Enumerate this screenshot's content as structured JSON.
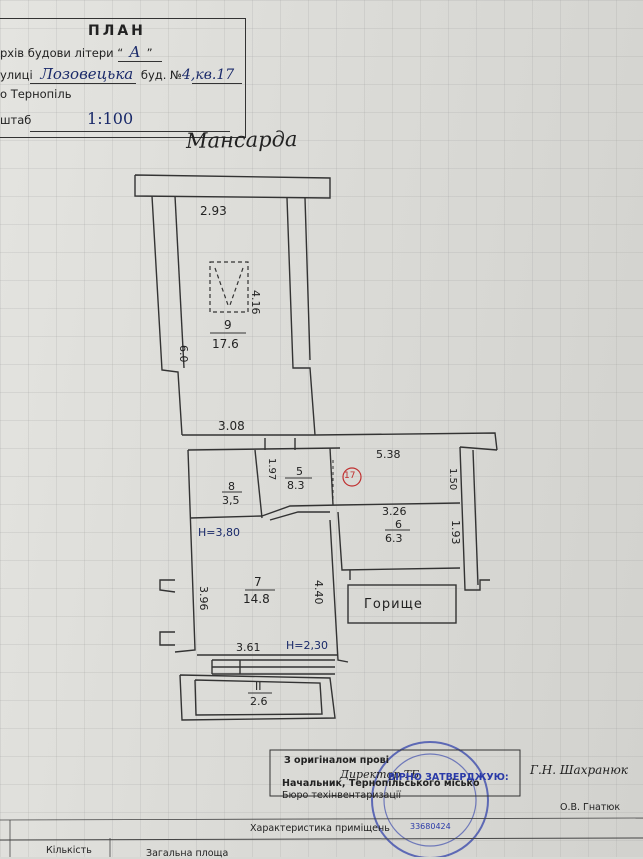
{
  "title_block": {
    "heading": "ПЛАН",
    "building_line_prefix": "рхів будови літери “",
    "building_letter": "А",
    "building_line_suffix": "”",
    "street_prefix": "улиці",
    "street_name": "Лозовецька",
    "house_prefix": "буд. №",
    "house_number": "4,кв.17",
    "city": "о Тернопіль",
    "scale_label": "штаб",
    "scale_value": "1:100"
  },
  "floor_label": "Мансарда",
  "dimensions": {
    "room9_width": "2.93",
    "room9_height_right": "4.16",
    "room9_height_left": "6.0",
    "room9_bottom": "3.08",
    "top_right_width": "5.38",
    "room5_side": "1.97",
    "right_side_top": "1.50",
    "room6_width": "3.26",
    "room6_side": "1.93",
    "height_mark_1": "H=3,80",
    "room7_left": "3.96",
    "room7_right": "4.40",
    "room7_bottom": "3.61",
    "height_mark_2": "H=2,30"
  },
  "rooms": [
    {
      "number": "9",
      "area": "17.6"
    },
    {
      "number": "8",
      "area": "3,5"
    },
    {
      "number": "5",
      "area": "8.3"
    },
    {
      "number": "6",
      "area": "6.3"
    },
    {
      "number": "7",
      "area": "14.8"
    },
    {
      "number": "II",
      "area": "2.6"
    }
  ],
  "apartment_mark": "17",
  "attic_label": "Горище",
  "stamp": {
    "line1": "З оригіналом прові",
    "line1_hand": "Г.Н. Шахранюк",
    "line2_hand": "Директор ТБ",
    "line3": "Начальник, Тернопільського місько",
    "line4": "Бюро техінвентаризації",
    "approve": "ВІРНО ЗАТВЕРДЖУЮ:",
    "signer": "О.В. Гнатюк",
    "seal_code": "33680424"
  },
  "footer": {
    "characteristic": "Характеристика приміщень",
    "quantity": "Кількість",
    "total_area": "Загальна площа"
  },
  "colors": {
    "ink_blue": "#1a2a6a",
    "seal_blue": "#2a3aa8",
    "mark_red": "#c03030"
  }
}
